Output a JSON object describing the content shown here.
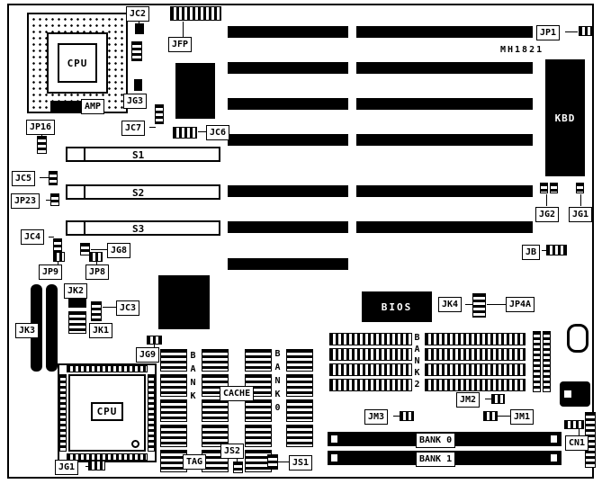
{
  "part_number": "MH1821",
  "labels": {
    "jc2": "JC2",
    "jfp": "JFP",
    "jp1": "JP1",
    "jg3": "JG3",
    "jp16": "JP16",
    "jc7": "JC7",
    "jc6": "JC6",
    "jc5": "JC5",
    "jp23": "JP23",
    "jg2": "JG2",
    "jg1_right": "JG1",
    "jc4": "JC4",
    "jg8": "JG8",
    "jb": "JB",
    "jp9": "JP9",
    "jp8": "JP8",
    "jk2": "JK2",
    "jc3": "JC3",
    "jk4": "JK4",
    "jp4a": "JP4A",
    "jk3": "JK3",
    "jk1": "JK1",
    "jg9": "JG9",
    "jm3": "JM3",
    "jm2": "JM2",
    "jm1": "JM1",
    "js2": "JS2",
    "js1": "JS1",
    "tag": "TAG",
    "cache": "CACHE",
    "cn1": "CN1",
    "jg1_bottom": "JG1"
  },
  "chips": {
    "cpu_socket": "CPU",
    "cpu_qfp": "CPU",
    "amp": "AMP",
    "kbd": "KBD",
    "bios": "BIOS"
  },
  "slots": {
    "s1": "S1",
    "s2": "S2",
    "s3": "S3",
    "bank0": "BANK 0",
    "bank1": "BANK 1"
  },
  "memory_banks": {
    "cache_bank": "BANK",
    "cache_bank0": "BANK0",
    "dram_bank2": "BANK2"
  },
  "colors": {
    "ink": "#000000",
    "background": "#ffffff"
  }
}
